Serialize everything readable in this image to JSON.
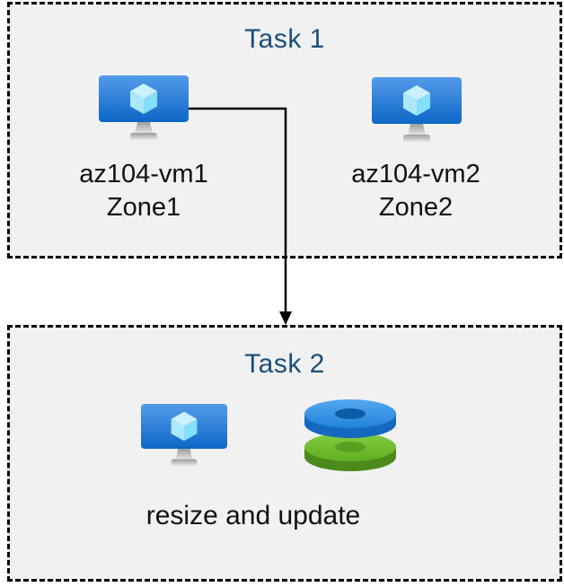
{
  "diagram": {
    "task1": {
      "title": "Task 1",
      "vms": [
        {
          "name": "az104-vm1",
          "zone": "Zone1"
        },
        {
          "name": "az104-vm2",
          "zone": "Zone2"
        }
      ]
    },
    "task2": {
      "title": "Task 2",
      "caption": "resize and update"
    },
    "icons": {
      "vm": "virtual-machine-icon",
      "disks": "disks-icon",
      "arrow": "flow-arrow-connector"
    },
    "colors": {
      "title_text": "#1B4E79",
      "label_text": "#111111",
      "box_fill": "#F1F1F1",
      "box_border": "#000000",
      "arrow": "#000000",
      "monitor_gradient_top": "#549BE9",
      "monitor_gradient_bottom": "#0E67C7",
      "cube_top": "#CBF0FE",
      "cube_left": "#A9E8FD",
      "cube_right": "#84E0FA",
      "stand_gradient_top": "#9C9C9C",
      "stand_gradient_bottom": "#E9E9E9",
      "disk_blue_top": "#2B90E6",
      "disk_blue_side": "#1568C0",
      "disk_blue_hole": "#0C5CA7",
      "disk_green_top": "#6CBE28",
      "disk_green_side": "#4C8A1B",
      "disk_green_hole": "#5A9E20"
    }
  }
}
